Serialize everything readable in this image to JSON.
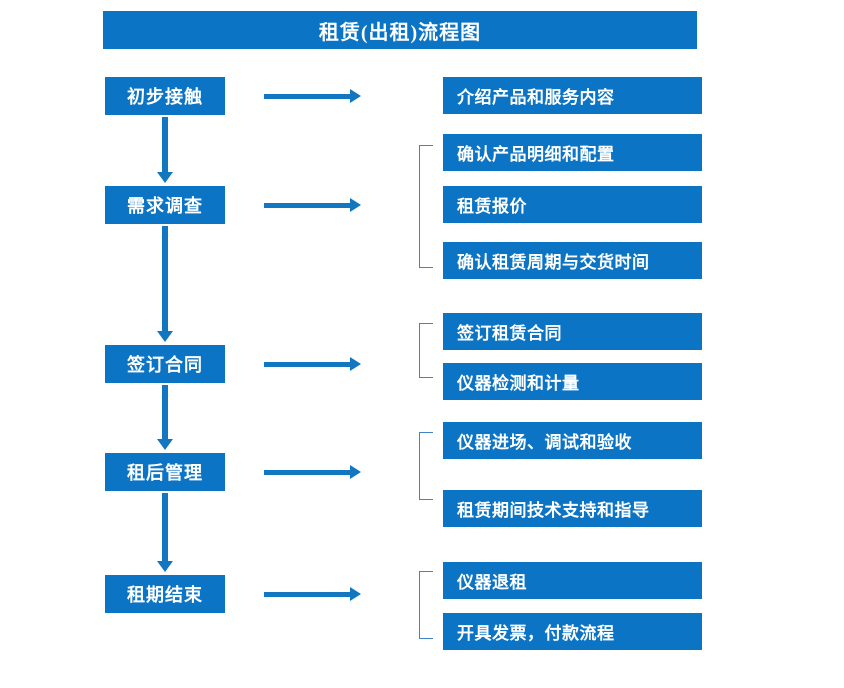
{
  "title": "租赁(出租)流程图",
  "theme": {
    "box_blue": "#0b74c4",
    "arrow_blue": "#1276c0",
    "bracket_blue": "#3f84c8",
    "text_white": "#ffffff",
    "background": "#ffffff"
  },
  "stages": [
    {
      "id": "initial-contact",
      "label": "初步接触"
    },
    {
      "id": "demand-survey",
      "label": "需求调查"
    },
    {
      "id": "sign-contract",
      "label": "签订合同"
    },
    {
      "id": "post-rent-manage",
      "label": "租后管理"
    },
    {
      "id": "lease-end",
      "label": "租期结束"
    }
  ],
  "details": [
    {
      "id": "introduce-products",
      "label": "介绍产品和服务内容"
    },
    {
      "id": "confirm-spec-config",
      "label": "确认产品明细和配置"
    },
    {
      "id": "rental-quotation",
      "label": "租赁报价"
    },
    {
      "id": "confirm-period-delivery",
      "label": "确认租赁周期与交货时间"
    },
    {
      "id": "sign-lease-contract",
      "label": "签订租赁合同"
    },
    {
      "id": "instrument-test-meter",
      "label": "仪器检测和计量"
    },
    {
      "id": "instrument-entry-accept",
      "label": "仪器进场、调试和验收"
    },
    {
      "id": "tech-support-guidance",
      "label": "租赁期间技术支持和指导"
    },
    {
      "id": "instrument-return",
      "label": "仪器退租"
    },
    {
      "id": "invoice-payment",
      "label": "开具发票，付款流程"
    }
  ],
  "connectors": {
    "horizontal_arrow_count": 5,
    "vertical_arrow_count": 4,
    "bracket_count": 4
  }
}
